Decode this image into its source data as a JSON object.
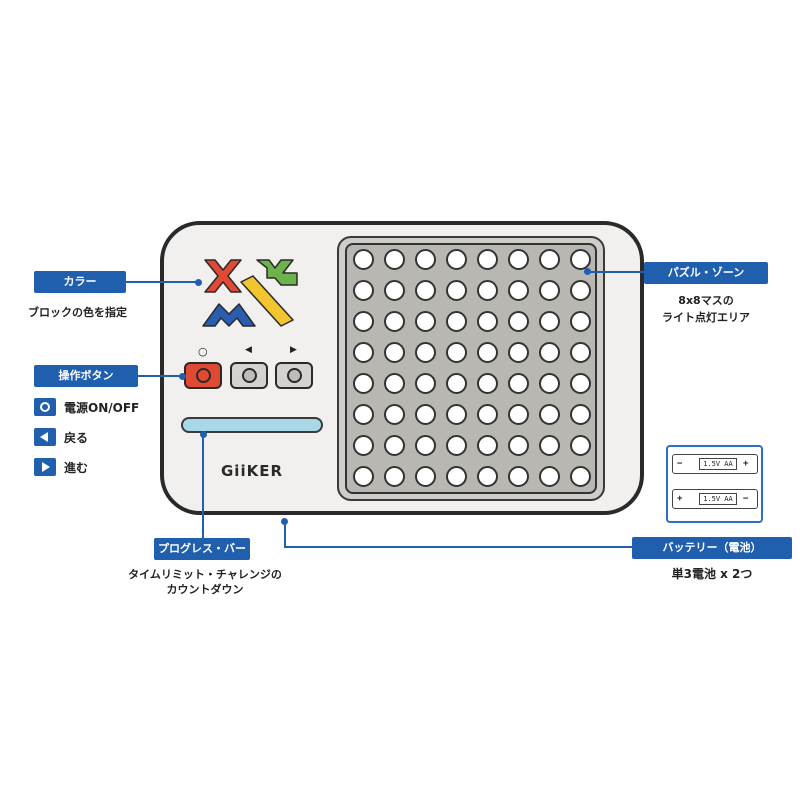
{
  "labels": {
    "color": {
      "tag": "カラー",
      "desc": "ブロックの色を指定"
    },
    "buttons": {
      "tag": "操作ボタン"
    },
    "puzzle": {
      "tag": "パズル・ゾーン",
      "desc_line1": "8x8マスの",
      "desc_line2": "ライト点灯エリア"
    },
    "progress": {
      "tag": "プログレス・バー",
      "desc_line1": "タイムリミット・チャレンジの",
      "desc_line2": "カウントダウン"
    },
    "battery": {
      "tag": "バッテリー（電池）",
      "desc": "単3電池 x 2つ",
      "cell1": "1.5V AA",
      "cell2": "1.5V AA"
    }
  },
  "legend": [
    {
      "icon": "power-icon",
      "text": "電源ON/OFF"
    },
    {
      "icon": "back-icon",
      "text": "戻る"
    },
    {
      "icon": "forward-icon",
      "text": "進む"
    }
  ],
  "device": {
    "brand": "GiiKER",
    "button_marks": {
      "power": "○",
      "back": "◀",
      "forward": "▶"
    },
    "grid": {
      "rows": 8,
      "cols": 8
    }
  },
  "colors": {
    "accent": "#1f5fae",
    "power_button": "#e14a32",
    "progress_bar": "#a8d8e8",
    "logo_red": "#e14a32",
    "logo_green": "#6bb34a",
    "logo_yellow": "#f2c530",
    "logo_blue": "#2a5db0"
  }
}
